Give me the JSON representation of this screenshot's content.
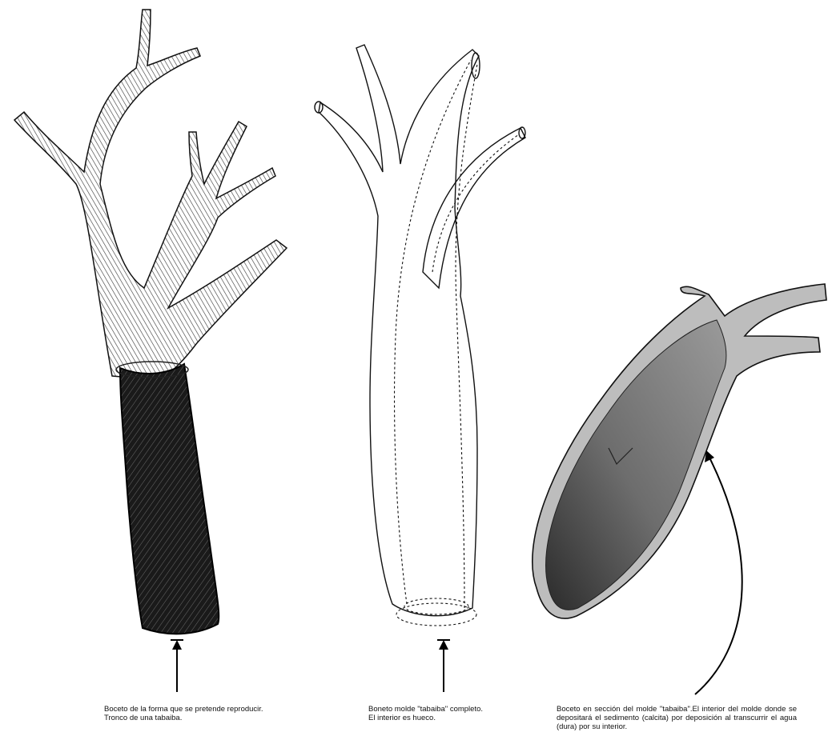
{
  "figures": [
    {
      "id": "tree-trunk-sketch",
      "caption": "Boceto de la forma que se pretende reproducir.\nTronco de una tabaiba."
    },
    {
      "id": "complete-mold-sketch",
      "caption": "Boneto molde \"tabaiba\" completo.\nEl interior es hueco."
    },
    {
      "id": "mold-section-sketch",
      "caption": "Boceto en sección del molde \"tabaiba\".El interior del molde donde se depositará el sedimento (calcita) por deposición al transcurrir el agua (dura) por su interior."
    }
  ]
}
